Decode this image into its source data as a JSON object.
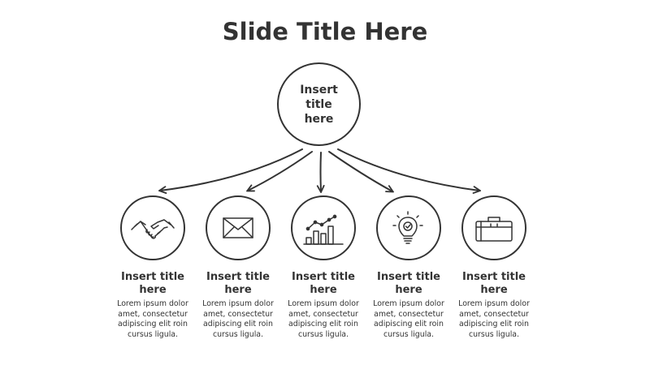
{
  "slide": {
    "title": "Slide Title Here"
  },
  "center": {
    "label": "Insert title here"
  },
  "items": [
    {
      "icon": "handshake-icon",
      "title": "Insert title here",
      "body": "Lorem ipsum dolor amet, consectetur adipiscing elit roin cursus ligula."
    },
    {
      "icon": "envelope-icon",
      "title": "Insert title here",
      "body": "Lorem ipsum dolor amet, consectetur adipiscing elit roin cursus ligula."
    },
    {
      "icon": "bar-chart-icon",
      "title": "Insert title here",
      "body": "Lorem ipsum dolor amet, consectetur adipiscing elit roin cursus ligula."
    },
    {
      "icon": "lightbulb-icon",
      "title": "Insert title here",
      "body": "Lorem ipsum dolor amet, consectetur adipiscing elit roin cursus ligula."
    },
    {
      "icon": "briefcase-icon",
      "title": "Insert title here",
      "body": "Lorem ipsum dolor amet, consectetur adipiscing elit roin cursus ligula."
    }
  ],
  "colors": {
    "ink": "#333333",
    "background": "#ffffff"
  }
}
